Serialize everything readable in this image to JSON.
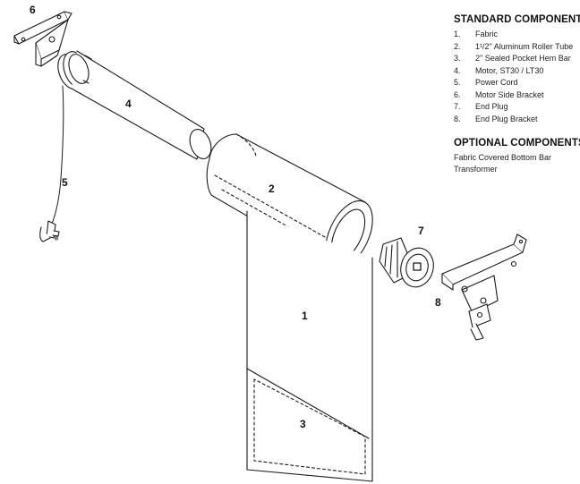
{
  "standard": {
    "heading": "STANDARD COMPONENTS:",
    "items": [
      {
        "num": "1.",
        "label": "Fabric"
      },
      {
        "num": "2.",
        "label": "1¹/2\" Aluminum Roller Tube"
      },
      {
        "num": "3.",
        "label": "2\" Sealed Pocket Hem Bar"
      },
      {
        "num": "4.",
        "label": "Motor, ST30 / LT30"
      },
      {
        "num": "5.",
        "label": "Power Cord"
      },
      {
        "num": "6.",
        "label": "Motor Side Bracket"
      },
      {
        "num": "7.",
        "label": "End Plug"
      },
      {
        "num": "8.",
        "label": "End Plug Bracket"
      }
    ]
  },
  "optional": {
    "heading": "OPTIONAL COMPONENTS:",
    "items": [
      "Fabric Covered Bottom Bar",
      "Transformer"
    ]
  },
  "callouts": {
    "c1": "1",
    "c2": "2",
    "c3": "3",
    "c4": "4",
    "c5": "5",
    "c6": "6",
    "c7": "7",
    "c8": "8"
  }
}
